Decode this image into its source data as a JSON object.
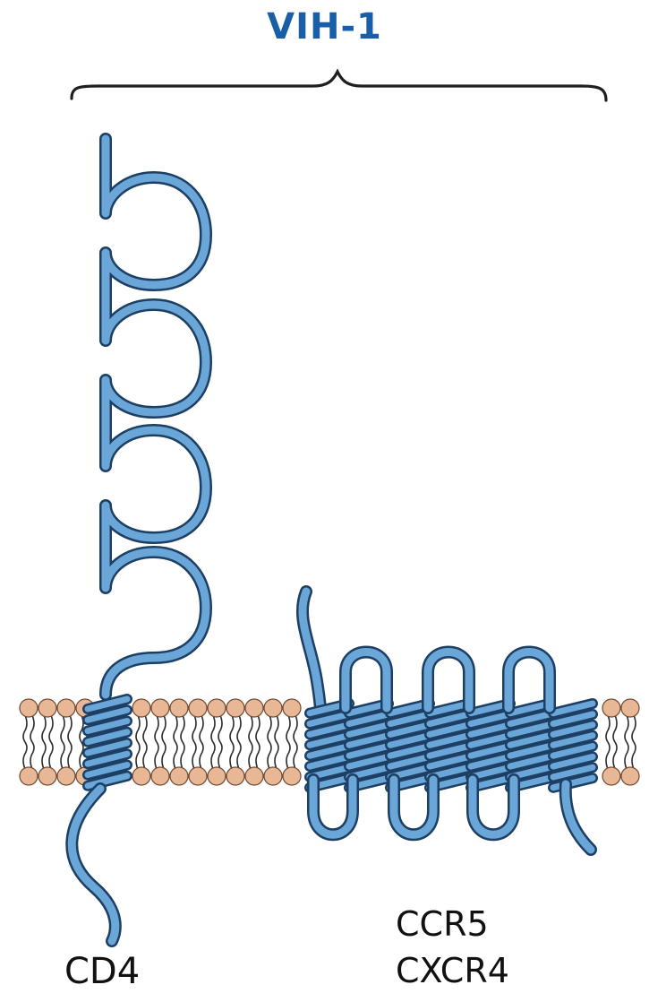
{
  "title": "VIH-1",
  "receptors": {
    "cd4": "CD4",
    "coreceptor_1": "CCR5",
    "coreceptor_2": "CXCR4"
  },
  "colors": {
    "title": "#1a5ea8",
    "protein_fill": "#6aa7d8",
    "protein_outline": "#1c3f63",
    "lipid_head": "#e8b896",
    "lipid_head_outline": "#6e4a33",
    "lipid_tail": "#2b2b2b",
    "text": "#111111"
  }
}
